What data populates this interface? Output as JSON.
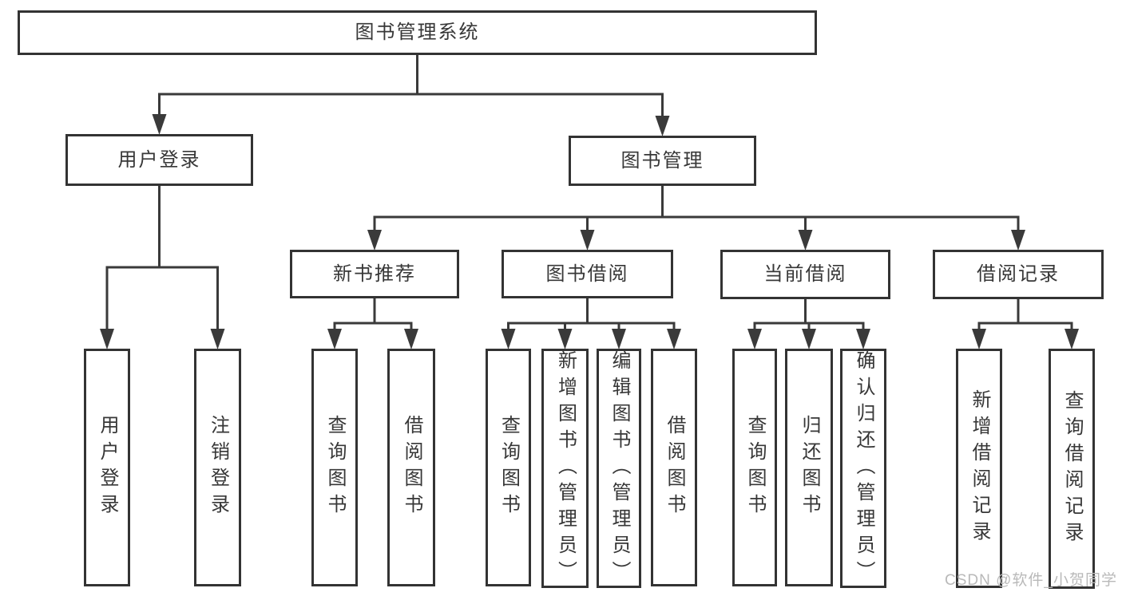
{
  "diagram": {
    "nodes": [
      {
        "id": "root",
        "label": "图书管理系统",
        "text_direction": "horizontal"
      },
      {
        "id": "user-login",
        "label": "用户登录",
        "text_direction": "horizontal"
      },
      {
        "id": "book-management",
        "label": "图书管理",
        "text_direction": "horizontal"
      },
      {
        "id": "new-book-recommend",
        "label": "新书推荐",
        "text_direction": "horizontal"
      },
      {
        "id": "book-borrow",
        "label": "图书借阅",
        "text_direction": "horizontal"
      },
      {
        "id": "current-borrow",
        "label": "当前借阅",
        "text_direction": "horizontal"
      },
      {
        "id": "borrow-records",
        "label": "借阅记录",
        "text_direction": "horizontal"
      },
      {
        "id": "leaf-user-login",
        "label": "用户登录",
        "text_direction": "vertical"
      },
      {
        "id": "leaf-logout",
        "label": "注销登录",
        "text_direction": "vertical"
      },
      {
        "id": "leaf-query-books-1",
        "label": "查询图书",
        "text_direction": "vertical"
      },
      {
        "id": "leaf-borrow-books-1",
        "label": "借阅图书",
        "text_direction": "vertical"
      },
      {
        "id": "leaf-query-books-2",
        "label": "查询图书",
        "text_direction": "vertical"
      },
      {
        "id": "leaf-add-books",
        "label": "新增图书（管理员）",
        "text_direction": "vertical"
      },
      {
        "id": "leaf-edit-books",
        "label": "编辑图书（管理员）",
        "text_direction": "vertical"
      },
      {
        "id": "leaf-borrow-books-2",
        "label": "借阅图书",
        "text_direction": "vertical"
      },
      {
        "id": "leaf-query-books-3",
        "label": "查询图书",
        "text_direction": "vertical"
      },
      {
        "id": "leaf-return-books",
        "label": "归还图书",
        "text_direction": "vertical"
      },
      {
        "id": "leaf-confirm-return",
        "label": "确认归还（管理员）",
        "text_direction": "vertical"
      },
      {
        "id": "leaf-add-borrow-record",
        "label": "新增借阅记录",
        "text_direction": "vertical"
      },
      {
        "id": "leaf-query-borrow-record",
        "label": "查询借阅记录",
        "text_direction": "vertical"
      }
    ],
    "edges": [
      {
        "from": "root",
        "to": [
          "user-login",
          "book-management"
        ]
      },
      {
        "from": "user-login",
        "to": [
          "leaf-user-login",
          "leaf-logout"
        ]
      },
      {
        "from": "book-management",
        "to": [
          "new-book-recommend",
          "book-borrow",
          "current-borrow",
          "borrow-records"
        ]
      },
      {
        "from": "new-book-recommend",
        "to": [
          "leaf-query-books-1",
          "leaf-borrow-books-1"
        ]
      },
      {
        "from": "book-borrow",
        "to": [
          "leaf-query-books-2",
          "leaf-add-books",
          "leaf-edit-books",
          "leaf-borrow-books-2"
        ]
      },
      {
        "from": "current-borrow",
        "to": [
          "leaf-query-books-3",
          "leaf-return-books",
          "leaf-confirm-return"
        ]
      },
      {
        "from": "borrow-records",
        "to": [
          "leaf-add-borrow-record",
          "leaf-query-borrow-record"
        ]
      }
    ]
  },
  "watermark": {
    "text": "CSDN @软件_小贺同学"
  },
  "colors": {
    "line": "#3a3a3a",
    "box_border": "#333333",
    "text": "#373737",
    "watermark": "#b9b9b9",
    "background": "#ffffff"
  }
}
